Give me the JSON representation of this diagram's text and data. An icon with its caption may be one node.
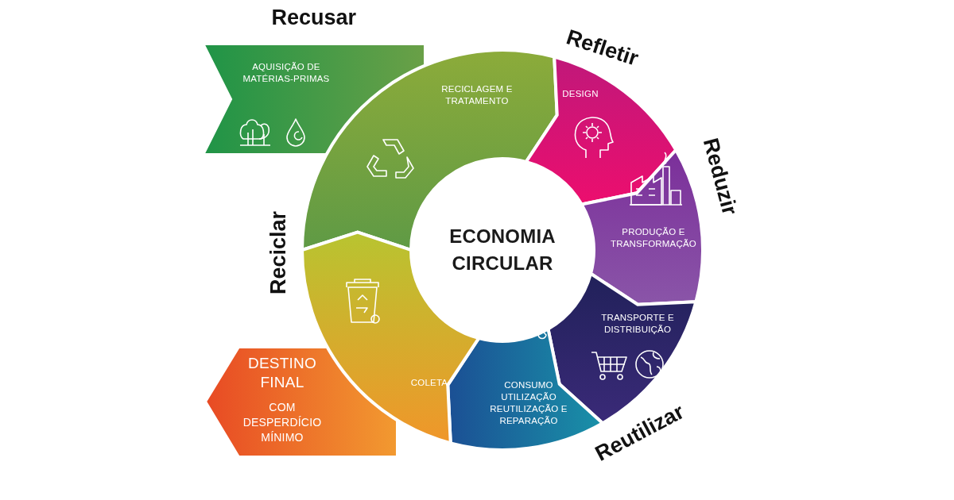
{
  "diagram": {
    "nodes": [
      {
        "text": [
          "AQUISIÇÃO DE MATÉRIAS-PRIMAS"
        ]
      },
      {
        "text": [
          "RECICLAGEM E TRATAMENTO"
        ]
      },
      {
        "text": [
          "DESIGN"
        ]
      },
      {
        "text": [
          "PRODUÇÃO E TRANSFORMAÇÃO"
        ]
      },
      {
        "text": [
          "TRANSPORTE E DISTRIBUIÇÃO"
        ]
      },
      {
        "text": [
          "CONSUMO UTILIZAÇÃO REUTILIZAÇÃO E REPARAÇÃO"
        ]
      },
      {
        "text": [
          "COLETA"
        ]
      },
      {
        "text": [
          "DESTINO FINAL",
          "COM DESPERDÍCIO MÍNIMO"
        ]
      },
      {
        "text": [
          "ECONOMIA CIRCULAR"
        ]
      }
    ],
    "labels": [
      "Recusar",
      "Refletir",
      "Reduzir",
      "Reciclar",
      "Reutilizar"
    ]
  }
}
